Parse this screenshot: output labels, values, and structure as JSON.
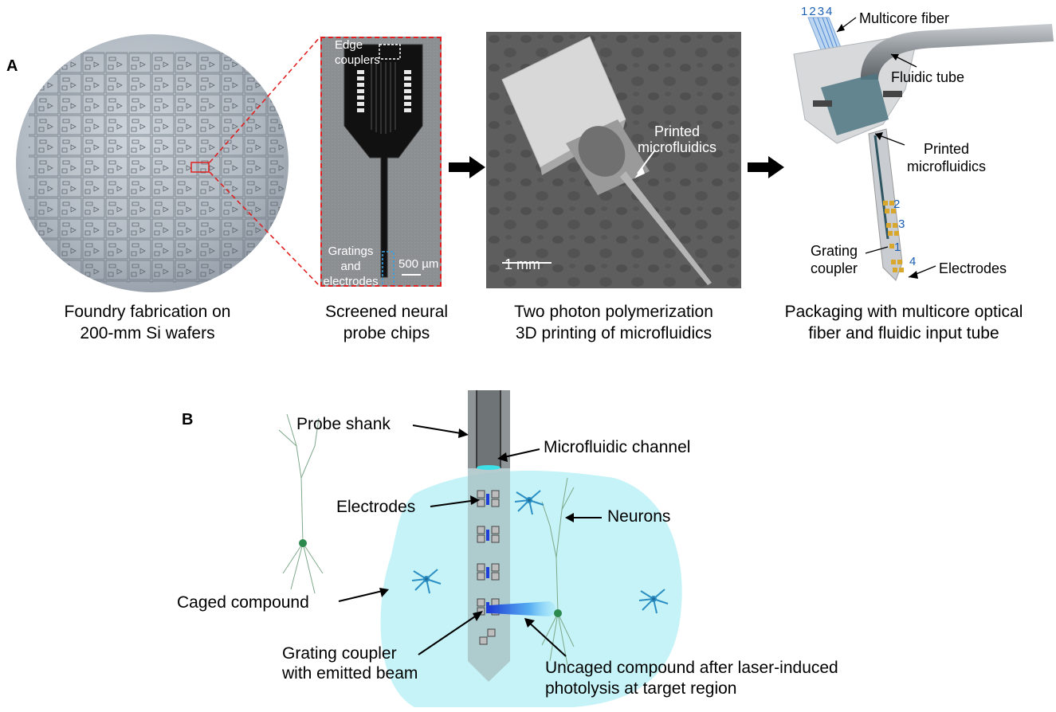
{
  "panels": {
    "a": "A",
    "b": "B"
  },
  "captions": {
    "wafer": "Foundry fabrication on\n200-mm Si wafers",
    "chips": "Screened neural\nprobe chips",
    "printing": "Two photon polymerization\n3D printing of microfluidics",
    "packaging": "Packaging with multicore optical\nfiber and fluidic input tube"
  },
  "chip_labels": {
    "edge_couplers": "Edge\ncouplers",
    "gratings": "Gratings\nand\nelectrodes",
    "scale": "500 µm"
  },
  "sem_labels": {
    "printed": "Printed\nmicrofluidics",
    "scale": "1 mm"
  },
  "package_labels": {
    "fiber": "Multicore fiber",
    "tube": "Fluidic tube",
    "printed": "Printed\nmicrofluidics",
    "grating": "Grating\ncoupler",
    "electrodes": "Electrodes",
    "fiber_numbers": [
      "1",
      "2",
      "3",
      "4"
    ],
    "probe_numbers": [
      "2",
      "3",
      "1",
      "4"
    ]
  },
  "schematic_labels": {
    "probe_shank": "Probe shank",
    "channel": "Microfluidic channel",
    "electrodes": "Electrodes",
    "neurons": "Neurons",
    "caged": "Caged compound",
    "grating": "Grating coupler\nwith emitted beam",
    "uncaged": "Uncaged compound after laser-induced\nphotolysis at target region"
  },
  "colors": {
    "solution": "#c5f3f7",
    "beam": "#1f3fd8",
    "neuron": "#2d8a4e",
    "glia": "#2b8fc4",
    "pad": "#d9a72b"
  }
}
